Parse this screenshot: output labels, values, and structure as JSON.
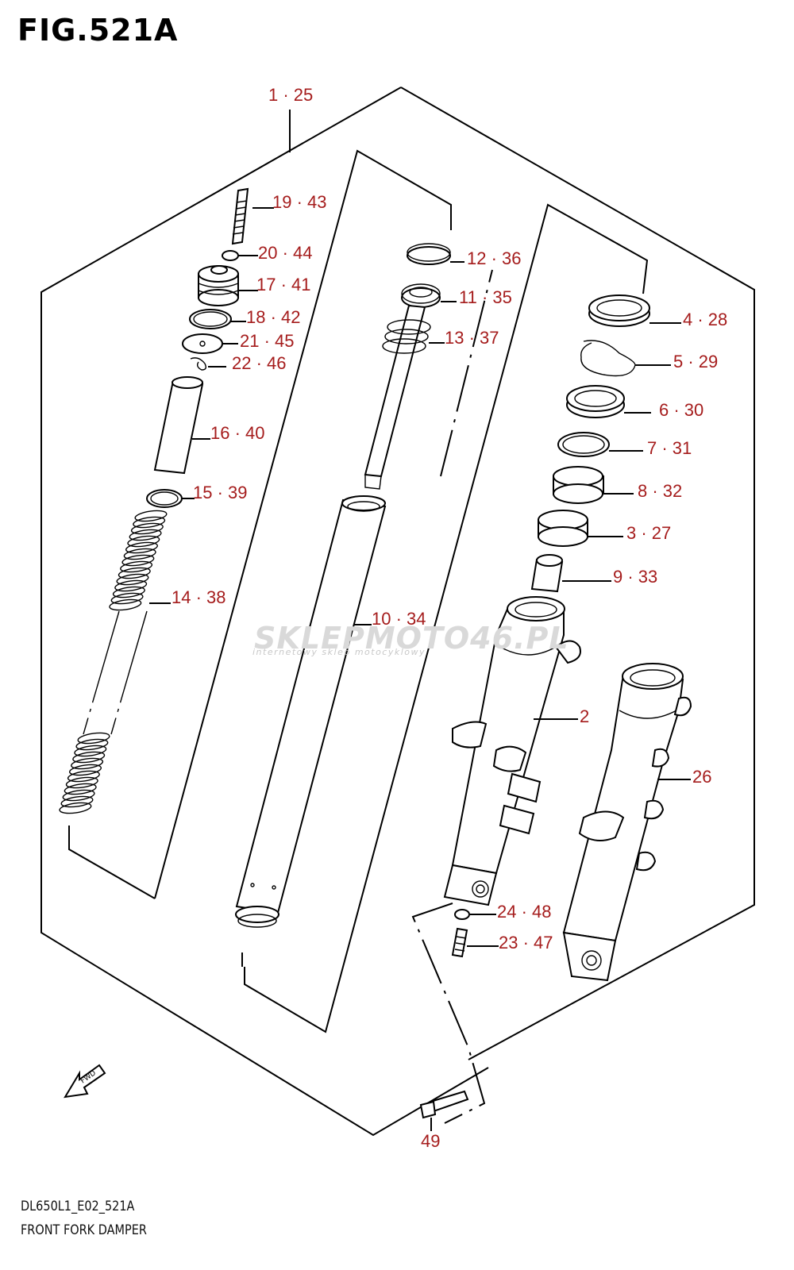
{
  "figure": {
    "title": "FIG.521A"
  },
  "footer": {
    "model_code": "DL650L1_E02_521A",
    "description": "FRONT FORK DAMPER"
  },
  "watermark": {
    "brand": "SKLEPMOTO46.PL",
    "tagline": "internetowy sklep motocyklowy"
  },
  "fwd_label": "FWD",
  "callouts": [
    {
      "id": "c1",
      "text": "1 · 25"
    },
    {
      "id": "c19",
      "text": "19 · 43"
    },
    {
      "id": "c20",
      "text": "20 · 44"
    },
    {
      "id": "c17",
      "text": "17 · 41"
    },
    {
      "id": "c18",
      "text": "18 · 42"
    },
    {
      "id": "c21",
      "text": "21 · 45"
    },
    {
      "id": "c22",
      "text": "22 · 46"
    },
    {
      "id": "c16",
      "text": "16 · 40"
    },
    {
      "id": "c15",
      "text": "15 · 39"
    },
    {
      "id": "c14",
      "text": "14 · 38"
    },
    {
      "id": "c12",
      "text": "12 · 36"
    },
    {
      "id": "c11",
      "text": "11 · 35"
    },
    {
      "id": "c13",
      "text": "13 · 37"
    },
    {
      "id": "c10",
      "text": "10 · 34"
    },
    {
      "id": "c4",
      "text": "4 · 28"
    },
    {
      "id": "c5",
      "text": "5 · 29"
    },
    {
      "id": "c6",
      "text": "6 · 30"
    },
    {
      "id": "c7",
      "text": "7 · 31"
    },
    {
      "id": "c8",
      "text": "8 · 32"
    },
    {
      "id": "c3",
      "text": "3 · 27"
    },
    {
      "id": "c9",
      "text": "9 · 33"
    },
    {
      "id": "c2",
      "text": "2"
    },
    {
      "id": "c26",
      "text": "26"
    },
    {
      "id": "c24",
      "text": "24 · 48"
    },
    {
      "id": "c23",
      "text": "23 · 47"
    },
    {
      "id": "c49",
      "text": "49"
    }
  ]
}
